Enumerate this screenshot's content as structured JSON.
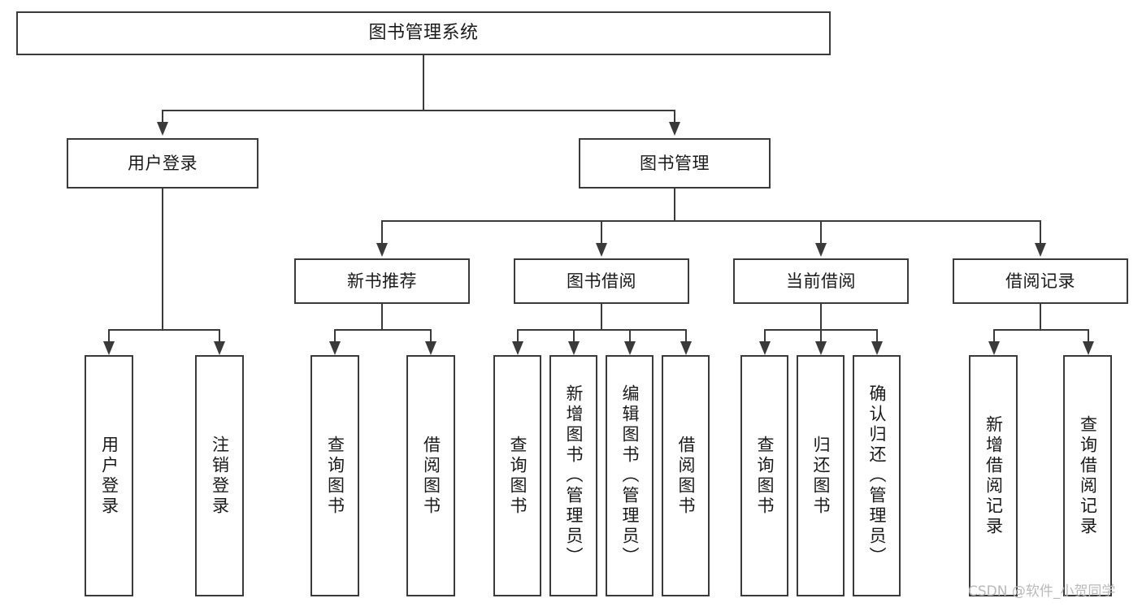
{
  "diagram": {
    "title": "图书管理系统",
    "type": "function-structure-tree",
    "root": {
      "label": "图书管理系统"
    },
    "level2": [
      {
        "label": "用户登录"
      },
      {
        "label": "图书管理"
      }
    ],
    "level3": [
      {
        "label": "新书推荐"
      },
      {
        "label": "图书借阅"
      },
      {
        "label": "当前借阅"
      },
      {
        "label": "借阅记录"
      }
    ],
    "leaves": {
      "user_login": [
        {
          "label": "用户登录"
        },
        {
          "label": "注销登录"
        }
      ],
      "new_book": [
        {
          "label": "查询图书"
        },
        {
          "label": "借阅图书"
        }
      ],
      "book_borrow": [
        {
          "label": "查询图书"
        },
        {
          "label": "新增图书（管理员）"
        },
        {
          "label": "编辑图书（管理员）"
        },
        {
          "label": "借阅图书"
        }
      ],
      "current_borrow": [
        {
          "label": "查询图书"
        },
        {
          "label": "归还图书"
        },
        {
          "label": "确认归还（管理员）"
        }
      ],
      "borrow_record": [
        {
          "label": "新增借阅记录"
        },
        {
          "label": "查询借阅记录"
        }
      ]
    }
  },
  "watermark": {
    "text": "CSDN @软件_小贺同学"
  },
  "colors": {
    "stroke": "#3a3a3a",
    "background": "#ffffff",
    "text": "#1a1a1a",
    "watermark": "#b9b9b9"
  }
}
